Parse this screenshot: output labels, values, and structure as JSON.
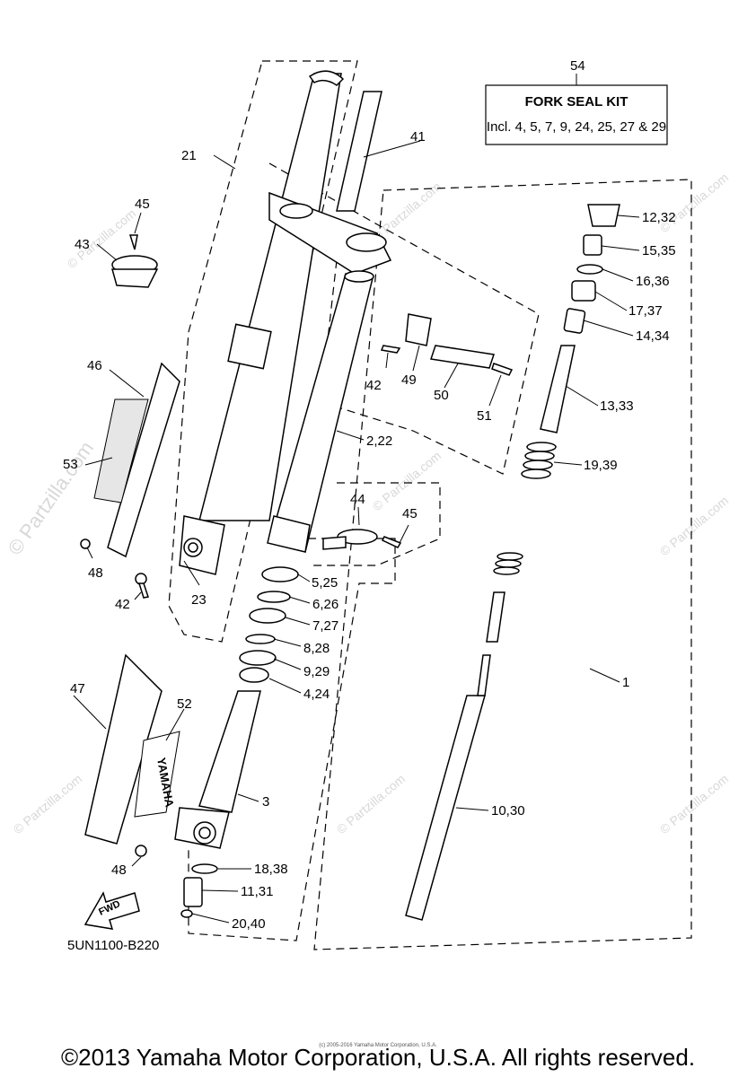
{
  "watermarks": [
    "© Partzilla.com"
  ],
  "kit": {
    "number": "54",
    "title": "FORK SEAL KIT",
    "includes": "Incl. 4, 5, 7, 9, 24, 25, 27 & 29"
  },
  "labels": {
    "p1": "1",
    "p2_22": "2,22",
    "p3": "3",
    "p4_24": "4,24",
    "p5_25": "5,25",
    "p6_26": "6,26",
    "p7_27": "7,27",
    "p8_28": "8,28",
    "p9_29": "9,29",
    "p10_30": "10,30",
    "p11_31": "11,31",
    "p12_32": "12,32",
    "p13_33": "13,33",
    "p14_34": "14,34",
    "p15_35": "15,35",
    "p16_36": "16,36",
    "p17_37": "17,37",
    "p18_38": "18,38",
    "p19_39": "19,39",
    "p20_40": "20,40",
    "p21": "21",
    "p23": "23",
    "p41": "41",
    "p42a": "42",
    "p42b": "42",
    "p43": "43",
    "p44": "44",
    "p45a": "45",
    "p45b": "45",
    "p46": "46",
    "p47": "47",
    "p48a": "48",
    "p48b": "48",
    "p49": "49",
    "p50": "50",
    "p51": "51",
    "p52": "52",
    "p53": "53"
  },
  "guard_logo": "YAMAHA",
  "fwd": "FWD",
  "diagram_code": "5UN1100-B220",
  "tiny_copyright": "(c) 2005-2016 Yamaha Motor Corporation, U.S.A.",
  "footer": "©2013 Yamaha Motor Corporation, U.S.A. All rights reserved."
}
